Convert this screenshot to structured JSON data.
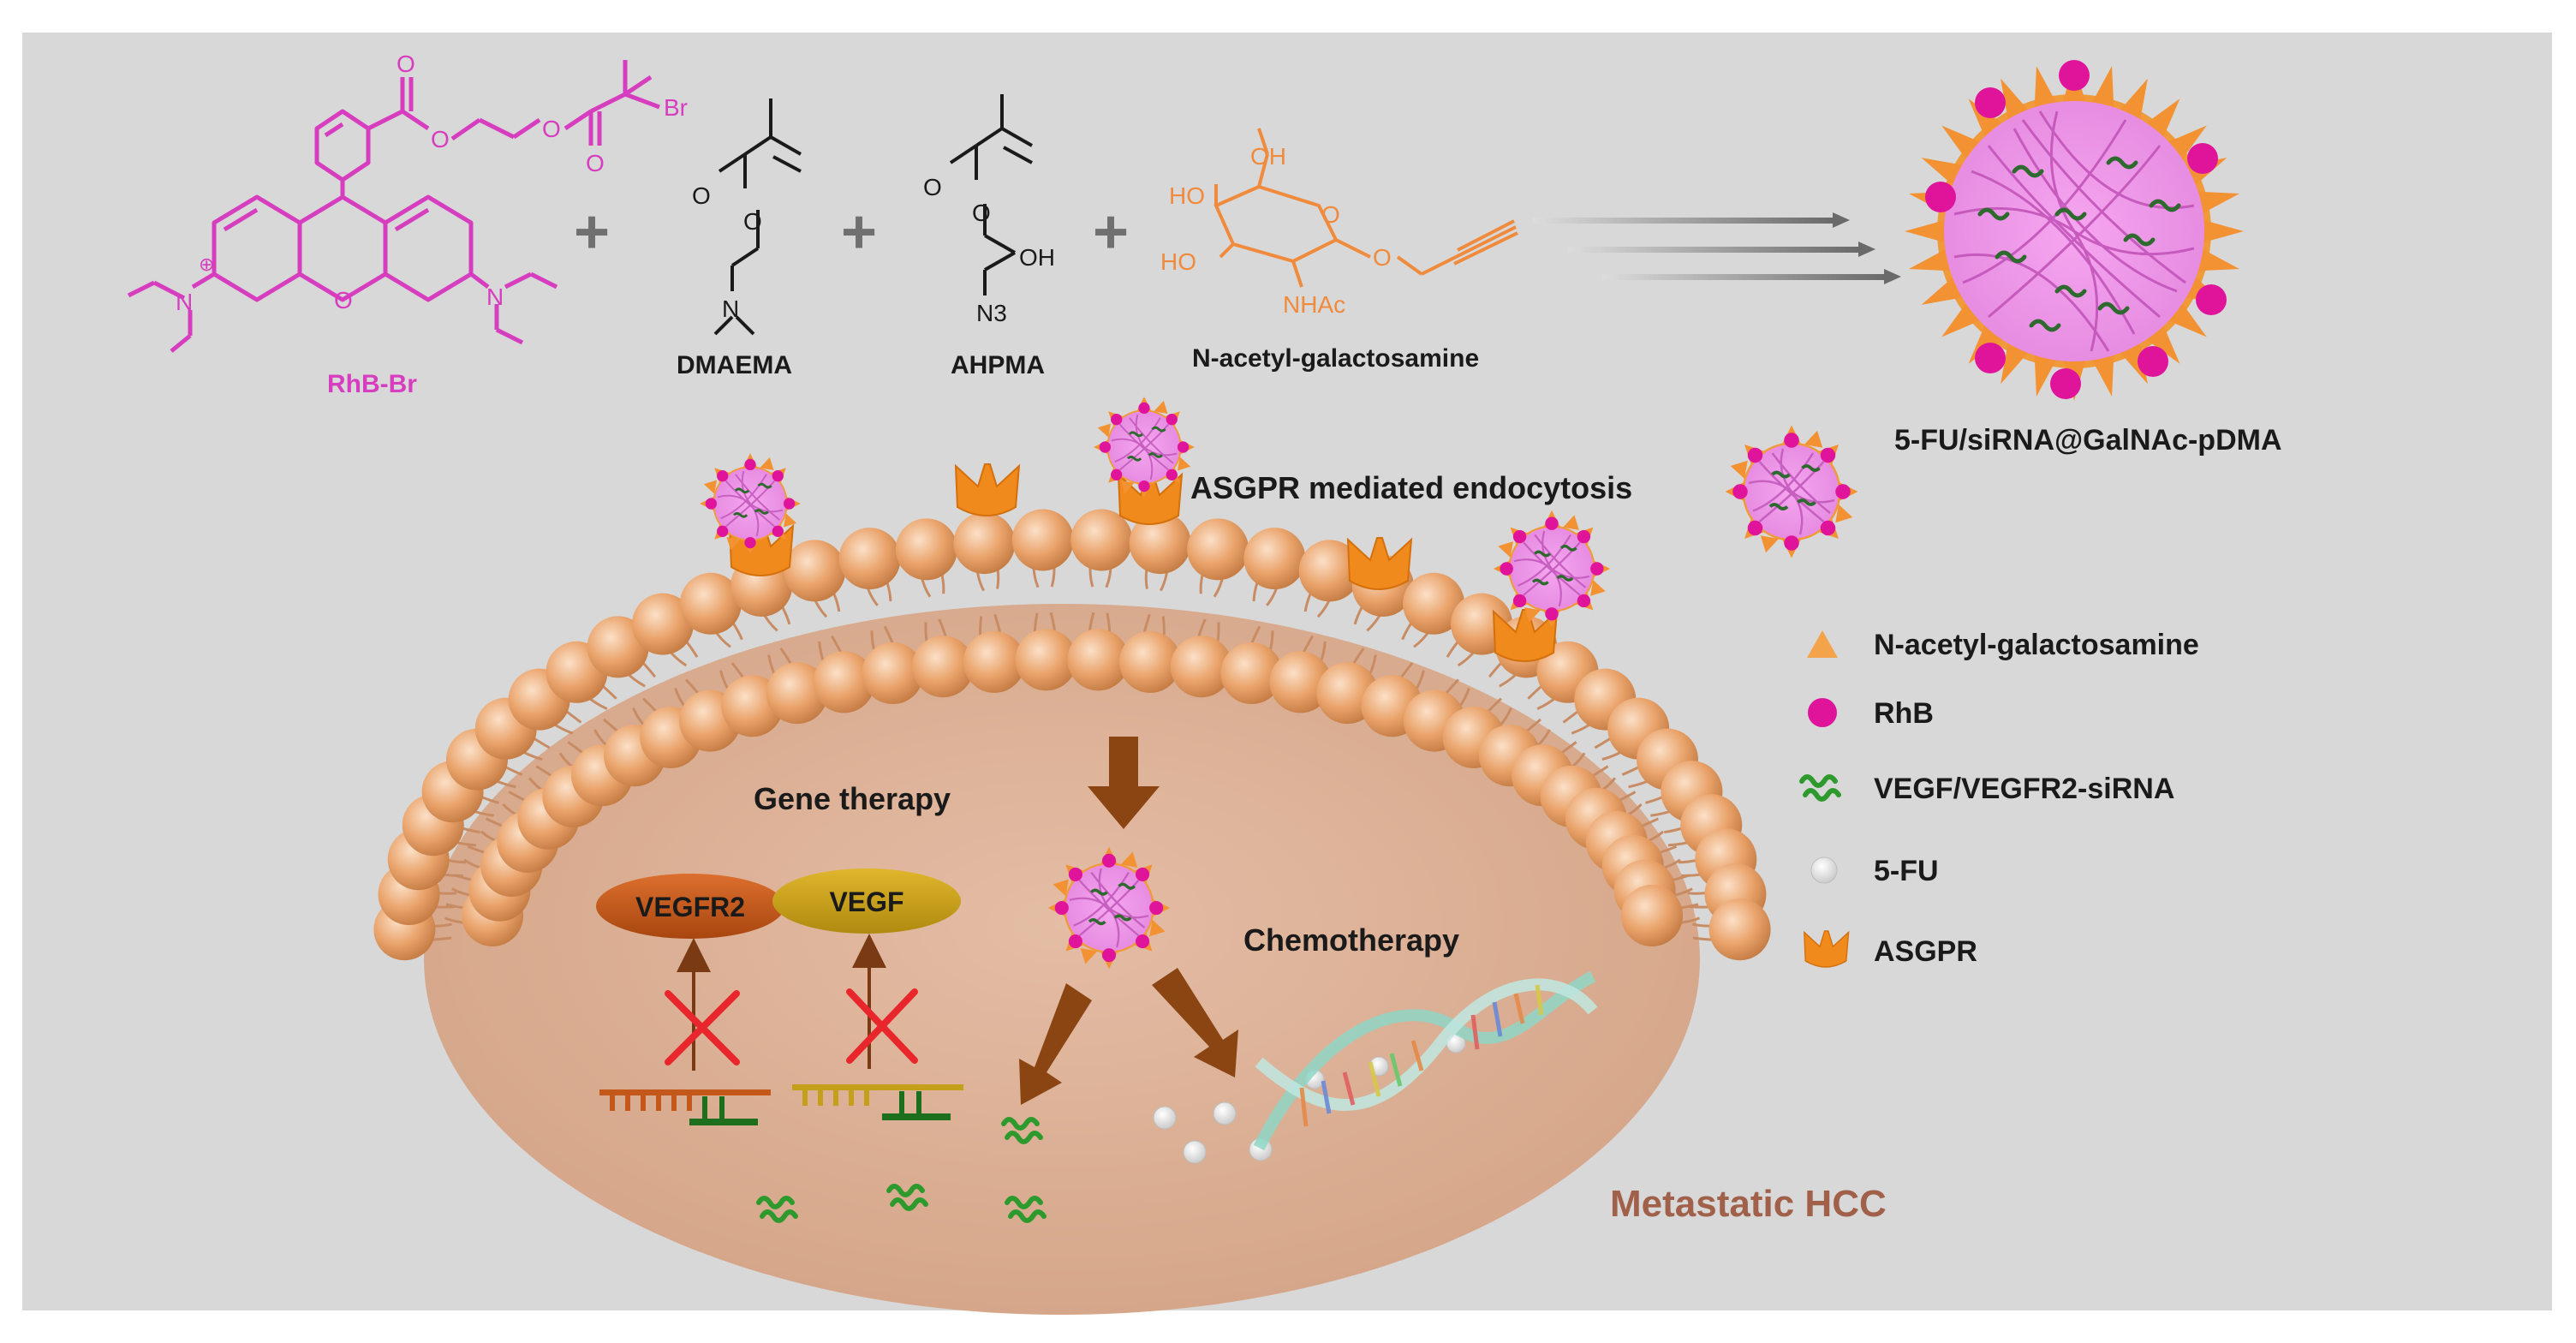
{
  "colors": {
    "panel": "#d8d8d8",
    "magenta": "#d63dbf",
    "rhb_dot": "#e0149a",
    "orange": "#f39233",
    "ball": "#e8a06a",
    "cell": "#d7a98c",
    "arrow_brown": "#8b4513",
    "red_x": "#e8262c",
    "sirna": "#2e9a2e",
    "vegfr2": "#c4571a",
    "vegf": "#c4a01a",
    "hcc_text": "#a0604a",
    "text": "#1a1a1a"
  },
  "reactants": {
    "rhb": {
      "name": "RhB-Br",
      "atoms": {
        "o_carbonyl": "O",
        "o_ester1": "O",
        "o_ester2": "O",
        "o_carbonyl2": "O",
        "br": "Br",
        "n_plus": "N",
        "charge": "⊕",
        "o_ring": "O",
        "n_right": "N"
      }
    },
    "dmaema": {
      "name": "DMAEMA",
      "atoms": {
        "o1": "O",
        "o2": "O",
        "n": "N"
      }
    },
    "ahpma": {
      "name": "AHPMA",
      "atoms": {
        "o1": "O",
        "o2": "O",
        "oh": "OH",
        "n3": "N3"
      }
    },
    "galnac": {
      "name": "N-acetyl-galactosamine",
      "atoms": {
        "oh_top": "OH",
        "ho_1": "HO",
        "ho_2": "HO",
        "o_ring": "O",
        "o_link": "O",
        "nhac": "NHAc"
      }
    },
    "plus": "+"
  },
  "product": {
    "name": "5-FU/siRNA@GalNAc-pDMA"
  },
  "process": {
    "endocytosis": "ASGPR mediated endocytosis",
    "gene_therapy": "Gene therapy",
    "chemotherapy": "Chemotherapy",
    "vegfr2": "VEGFR2",
    "vegf": "VEGF",
    "cell": "Metastatic HCC"
  },
  "legend": [
    {
      "label": "N-acetyl-galactosamine",
      "icon": "triangle-icon"
    },
    {
      "label": "RhB",
      "icon": "magenta-dot-icon"
    },
    {
      "label": "VEGF/VEGFR2-siRNA",
      "icon": "sirna-icon"
    },
    {
      "label": "5-FU",
      "icon": "white-dot-icon"
    },
    {
      "label": "ASGPR",
      "icon": "receptor-icon"
    }
  ]
}
